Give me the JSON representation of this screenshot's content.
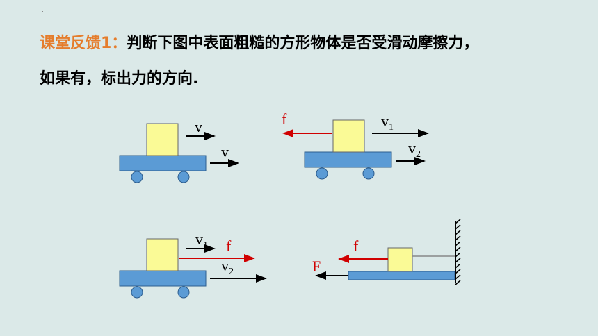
{
  "header": {
    "prefix": "课堂反馈1：",
    "question_line1": "判断下图中表面粗糙的方形物体是否受滑动摩擦力，",
    "question_line2": "如果有，标出力的方向."
  },
  "diagrams": {
    "d1": {
      "v_block": "v",
      "v_cart": "v"
    },
    "d2": {
      "f": "f",
      "v1": "v",
      "v1_sub": "1",
      "v2": "v",
      "v2_sub": "2"
    },
    "d3": {
      "v1": "v",
      "v1_sub": "1",
      "f": "f",
      "v2": "v",
      "v2_sub": "2"
    },
    "d4": {
      "f": "f",
      "F": "F"
    }
  },
  "colors": {
    "background": "#dbe9e8",
    "accent": "#e57d2c",
    "block": "#fafa96",
    "cart": "#5b9bd5",
    "force": "#d00000"
  }
}
